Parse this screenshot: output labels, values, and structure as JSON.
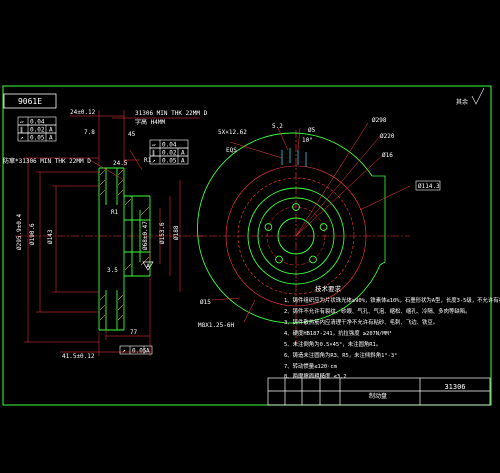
{
  "colors": {
    "background": "#000000",
    "outline_green": "#3cff3c",
    "center_line": "#ff3b3b",
    "dimension_text": "#ffffff",
    "hatch_yellow": "#ffe14d",
    "detail_cyan": "#2fd6e8",
    "title_block": "#ffffff",
    "magenta": "#ff44ff"
  },
  "drawing": {
    "part_number_box": "9061E",
    "part_number": "31306",
    "min_thk_top": "31306 MIN THK 22MM D",
    "min_thk_left": "防窜*31306 MIN THK 22MM D",
    "min_thk_sub": "字高 H4MM",
    "dim_top_width": "24±0.12",
    "dim_bottom_width": "41.5±0.12",
    "dim_angle": "7.8",
    "dim_45": "45",
    "dim_245": "24.5",
    "dim_r1": "R1",
    "dim_r1b": "R1",
    "dim_35": "3.5",
    "dim_77": "77",
    "dim_dia_outer": "Ø295.9±0.4",
    "dim_dia_190": "Ø190.6",
    "dim_dia_143": "Ø143",
    "dim_dia_68": "Ø68±0.47",
    "dim_dia_1536": "Ø153.6",
    "dim_dia_188": "Ø188",
    "dim_dia_298": "Ø298",
    "dim_dia_220": "Ø220",
    "dim_dia_1143": "Ø114.3",
    "dim_dia_16": "Ø16",
    "dim_dia_15": "Ø15",
    "dim_52": "5.2",
    "dim_dia_5": "Ø5",
    "dim_thread": "M8X1.25-6H",
    "dim_5x": "5X×12.62",
    "dim_eqs": "EQS",
    "dim_10": "10°",
    "roughness": "其余",
    "gdt_left": [
      {
        "sym": "▱",
        "val": "0.04"
      },
      {
        "sym": "∥",
        "val": "0.02",
        "ref": "A"
      },
      {
        "sym": "↗",
        "val": "0.05",
        "ref": "A"
      }
    ],
    "gdt_mid": [
      {
        "sym": "▱",
        "val": "0.04"
      },
      {
        "sym": "∥",
        "val": "0.02",
        "ref": "A"
      },
      {
        "sym": "↗",
        "val": "0.05",
        "ref": "A"
      }
    ],
    "gdt_bottom": {
      "sym": "↗",
      "val": "0.05",
      "ref": "A"
    },
    "datum": "A",
    "tech_title": "技术要求",
    "tech_items": [
      "1、铸件组织应为片状珠光体≥90%，铁素体≤10%，石墨形状为A型，长度3-5级，不允许有初生离化物。",
      "2、铸件不允许有裂纹、砂眼、气孔、气泡、缩松、缩孔、冷隔、多肉等缺陷。",
      "3、铸件散热筋内应清理干净不允许有粘砂、毛刺、飞边、铁豆。",
      "4、硬度HB187-241，抗拉强度 ≥207N/MM²",
      "5、未注倒角为0.5×45°，未注圆角R1。",
      "6、铸造未注圆角为R3、R5，未注倾斜角1°-3°",
      "7、转动惯量≤120·cm",
      "8、两摩擦面粗糙度 ≤3.2"
    ],
    "title_block_text": "制动盘",
    "title_block_part": "31306"
  }
}
